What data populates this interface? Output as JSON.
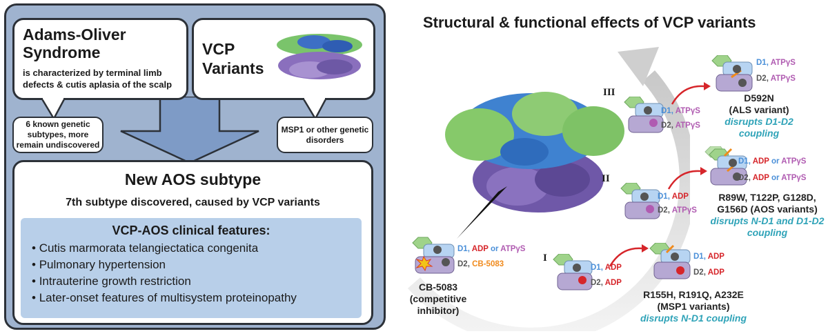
{
  "left_panel": {
    "aos": {
      "title": "Adams-Oliver Syndrome",
      "description": "is characterized by terminal limb defects & cutis aplasia of the scalp"
    },
    "vcp": {
      "title": "VCP Variants"
    },
    "callout_left": "6 known genetic subtypes, more remain undiscovered",
    "callout_right": "MSP1 or other genetic disorders",
    "new_subtype": {
      "title": "New AOS subtype",
      "description": "7th subtype discovered, caused by VCP variants"
    },
    "features": {
      "title": "VCP-AOS clinical features:",
      "items": [
        "Cutis marmorata telangiectatica congenita",
        "Pulmonary hypertension",
        "Intrauterine growth restriction",
        "Later-onset features of multisystem proteinopathy"
      ]
    }
  },
  "right_panel": {
    "title": "Structural & functional effects of VCP variants",
    "domain_labels": {
      "d1": "D1,",
      "d2": "D2,",
      "adp": "ADP",
      "atpys": "ATPγS",
      "or": "or",
      "cb5083": "CB-5083"
    },
    "stages": {
      "i": "I",
      "ii": "II",
      "iii": "III"
    },
    "inhibitor": {
      "name": "CB-5083",
      "desc": "(competitive inhibitor)"
    },
    "variants": {
      "d592n": {
        "name": "D592N",
        "subtitle": "(ALS variant)",
        "effect": "disrupts D1-D2 coupling"
      },
      "aos": {
        "name": "R89W, T122P, G128D, G156D (AOS variants)",
        "effect": "disrupts N-D1 and D1-D2 coupling"
      },
      "msp1": {
        "name": "R155H, R191Q, A232E",
        "subtitle": "(MSP1 variants)",
        "effect": "disrupts N-D1 coupling"
      }
    }
  },
  "colors": {
    "panel_bg": "#9fb3cf",
    "features_bg": "#b8cfe9",
    "d1_blue": "#4a8fd8",
    "adp_red": "#d6252a",
    "atp_purple": "#b05bb1",
    "cb_orange": "#f08a1c",
    "disrupt_teal": "#2fa3b8",
    "protein_green": "#8ecb74",
    "protein_blue": "#3f82d0",
    "protein_purple": "#7e66b0"
  }
}
